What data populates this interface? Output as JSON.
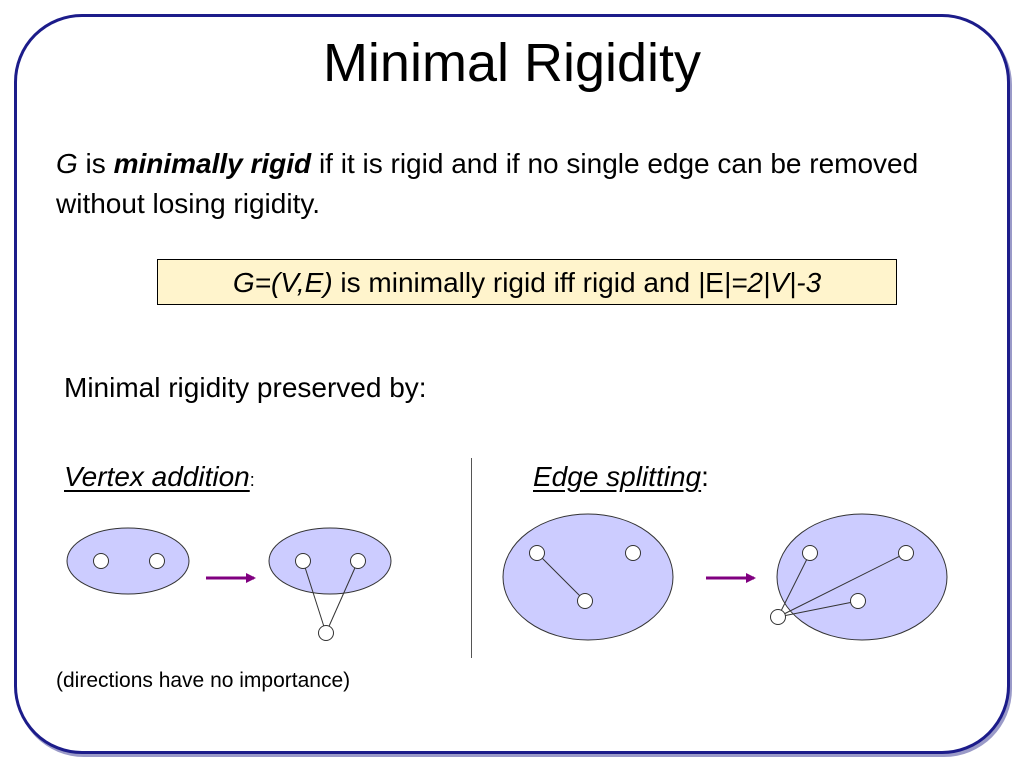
{
  "slide": {
    "title": "Minimal Rigidity",
    "definition": {
      "subject": "G",
      "verb": " is ",
      "term": "minimally rigid",
      "rest": " if it is rigid and if no single edge can be removed without losing rigidity."
    },
    "theorem": {
      "graph": "G=(V,E)",
      "middle": " is minimally rigid iff rigid and ",
      "bar1": "|",
      "e": "E",
      "bar2": "|",
      "eq": "=2",
      "bar3": "|",
      "v": "V",
      "bar4": "|",
      "tail": "-3"
    },
    "preserved_by": "Minimal rigidity preserved by:",
    "vertex_addition": {
      "label": "Vertex addition",
      "colon": ":"
    },
    "edge_splitting": {
      "label": "Edge splitting",
      "colon": ":"
    },
    "note": "(directions have no importance)"
  },
  "colors": {
    "frame": "#1c1c8a",
    "ellipse_fill": "#ccccff",
    "theorem_fill": "#fff4cc",
    "arrow": "#800080"
  }
}
